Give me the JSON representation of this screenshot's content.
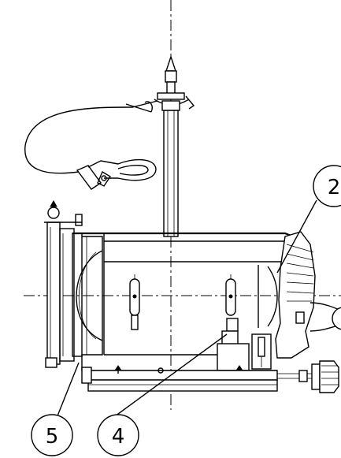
{
  "callouts": [
    {
      "id": "c2",
      "label": "2"
    },
    {
      "id": "c5",
      "label": "5"
    },
    {
      "id": "c4",
      "label": "4"
    }
  ]
}
